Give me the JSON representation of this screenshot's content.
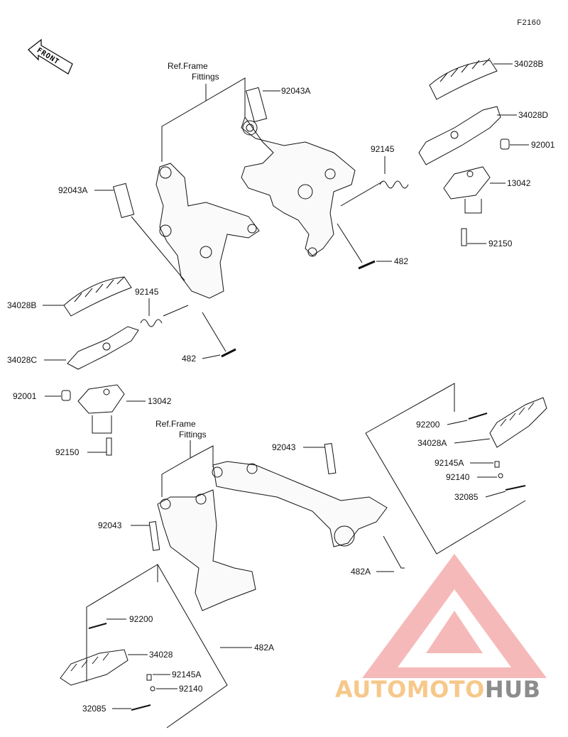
{
  "diagram": {
    "figure_code": "F2160",
    "front_label": "FRONT",
    "ref_frame_upper": [
      "Ref.Frame",
      "Fittings"
    ],
    "ref_frame_lower": [
      "Ref.Frame",
      "Fittings"
    ],
    "labels": {
      "l_92043A_top": "92043A",
      "l_34028B_top": "34028B",
      "l_34028D": "34028D",
      "l_92001_right": "92001",
      "l_92145_right": "92145",
      "l_13042_right": "13042",
      "l_92043A_left": "92043A",
      "l_92150_right": "92150",
      "l_482_right": "482",
      "l_92145_left": "92145",
      "l_34028B_left": "34028B",
      "l_482_left": "482",
      "l_34028C": "34028C",
      "l_92001_left": "92001",
      "l_13042_left": "13042",
      "l_92150_left": "92150",
      "l_92200_right": "92200",
      "l_34028A": "34028A",
      "l_92043_mid": "92043",
      "l_92145A_right": "92145A",
      "l_92140_right": "92140",
      "l_32085_right": "32085",
      "l_92043_left": "92043",
      "l_482A_mid": "482A",
      "l_92200_left": "92200",
      "l_482A_lower": "482A",
      "l_34028": "34028",
      "l_92145A_left": "92145A",
      "l_92140_left": "92140",
      "l_32085_left": "32085"
    }
  },
  "watermark": {
    "brand_part1": "AUTO",
    "brand_part2": "MOTO",
    "brand_part3": "HUB",
    "color_light": "#f6c88a",
    "color_dark": "#8c8c8c",
    "color_red": "#f08080"
  }
}
